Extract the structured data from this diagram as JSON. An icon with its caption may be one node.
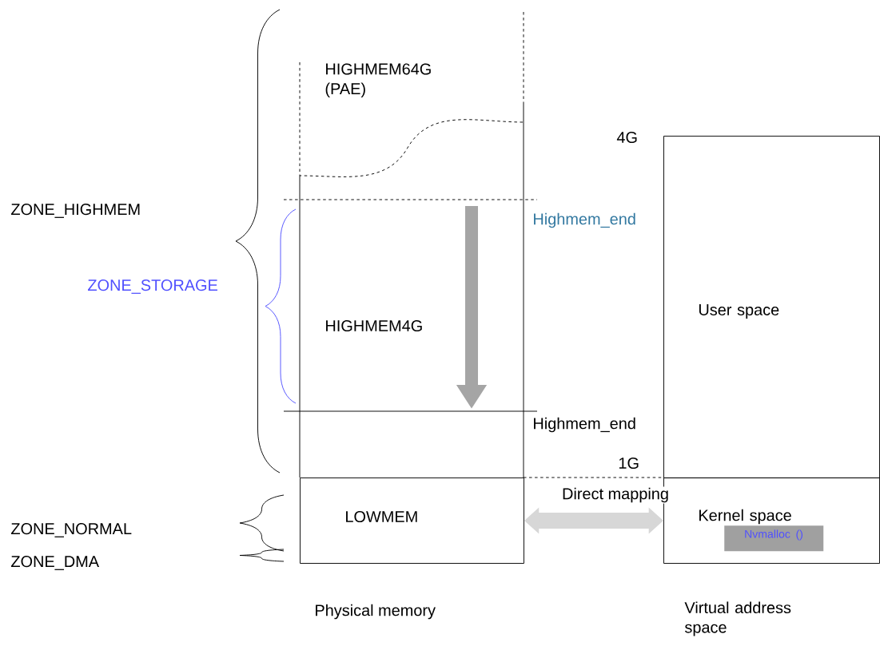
{
  "diagram": {
    "nodes": [
      {
        "text": [
          "HIGHMEM64G (PAE)"
        ]
      },
      {
        "text": [
          "HIGHMEM4G"
        ]
      },
      {
        "text": [
          "LOWMEM"
        ]
      },
      {
        "text": [
          "User space"
        ]
      },
      {
        "text": [
          "Kernel space"
        ]
      },
      {
        "text": [
          "Nvmalloc ()"
        ],
        "in": 4
      }
    ],
    "edges": [
      {
        "from": 2,
        "to": 4,
        "arrow": "both",
        "label": "Direct mapping"
      }
    ],
    "labels": [
      "ZONE_HIGHMEM",
      "ZONE_STORAGE",
      "4G",
      "Highmem_end",
      "Highmem_end",
      "1G",
      "ZONE_NORMAL",
      "ZONE_DMA",
      "Physical memory",
      "Virtual address space"
    ]
  }
}
